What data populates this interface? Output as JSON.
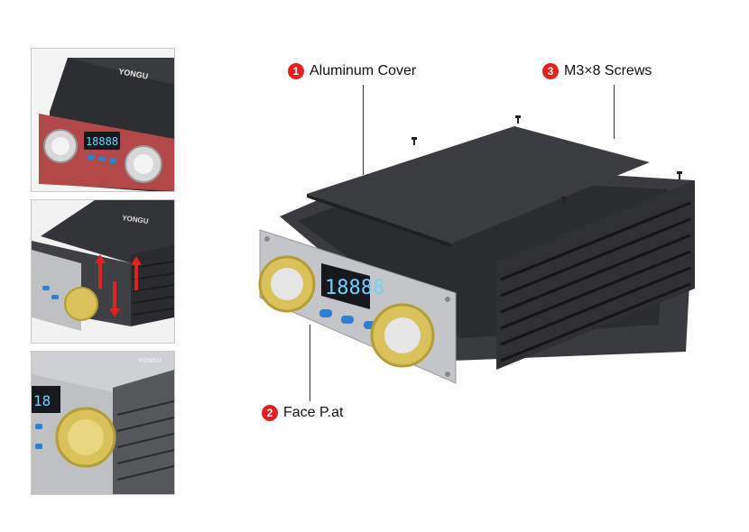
{
  "thumbnails": [
    {
      "logo_text": "YONGU",
      "display_text": "18888"
    },
    {
      "logo_text": "YONGU",
      "display_text": ""
    },
    {
      "logo_text": "YONGU",
      "display_text": "18"
    }
  ],
  "callouts": [
    {
      "number": "1",
      "label": "Aluminum Cover"
    },
    {
      "number": "2",
      "label": "Face P.at"
    },
    {
      "number": "3",
      "label": "M3×8 Screws"
    }
  ],
  "main_display_text": "18888",
  "colors": {
    "accent_red": "#e2201f",
    "knob_gold": "#d9c25a",
    "button_blue": "#2e7fd6",
    "display_cyan": "#6fd3ff"
  }
}
